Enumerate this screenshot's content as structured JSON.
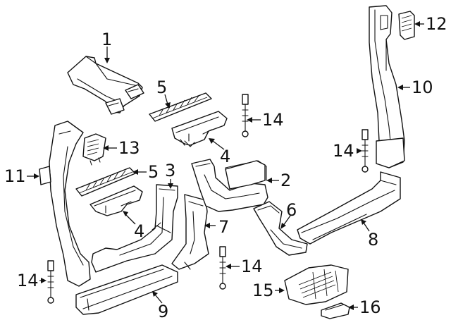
{
  "diagram": {
    "callouts": [
      {
        "id": "c1",
        "label": "1"
      },
      {
        "id": "c2",
        "label": "2"
      },
      {
        "id": "c3",
        "label": "3"
      },
      {
        "id": "c4a",
        "label": "4"
      },
      {
        "id": "c4b",
        "label": "4"
      },
      {
        "id": "c5a",
        "label": "5"
      },
      {
        "id": "c5b",
        "label": "5"
      },
      {
        "id": "c6",
        "label": "6"
      },
      {
        "id": "c7",
        "label": "7"
      },
      {
        "id": "c8",
        "label": "8"
      },
      {
        "id": "c9",
        "label": "9"
      },
      {
        "id": "c10",
        "label": "10"
      },
      {
        "id": "c11",
        "label": "11"
      },
      {
        "id": "c12",
        "label": "12"
      },
      {
        "id": "c13",
        "label": "13"
      },
      {
        "id": "c14a",
        "label": "14"
      },
      {
        "id": "c14b",
        "label": "14"
      },
      {
        "id": "c14c",
        "label": "14"
      },
      {
        "id": "c14d",
        "label": "14"
      },
      {
        "id": "c15",
        "label": "15"
      },
      {
        "id": "c16",
        "label": "16"
      }
    ]
  }
}
